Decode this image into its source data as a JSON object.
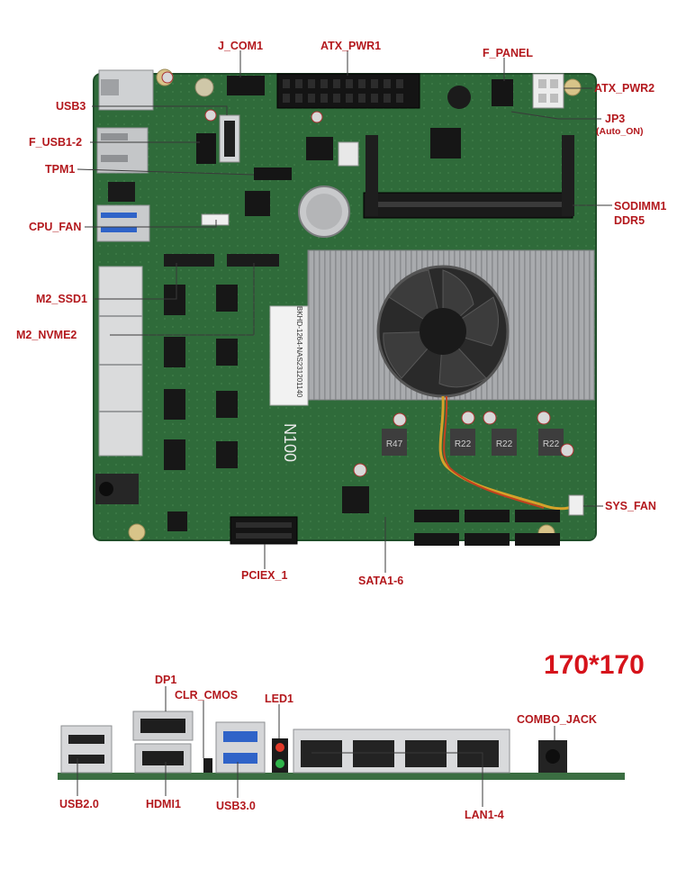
{
  "board": {
    "size_label": "170*170",
    "chip_label": "N100",
    "sticker_text": "BKHD-1264-NAS231201140",
    "inductor_labels": [
      "R47",
      "R22",
      "R22",
      "R22"
    ]
  },
  "labels": {
    "j_com1": "J_COM1",
    "atx_pwr1": "ATX_PWR1",
    "f_panel": "F_PANEL",
    "usb3": "USB3",
    "atx_pwr2": "ATX_PWR2",
    "jp3": "JP3",
    "jp3_note": "(Auto_ON)",
    "f_usb1_2": "F_USB1-2",
    "tpm1": "TPM1",
    "sodimm1": "SODIMM1",
    "ddr5": "DDR5",
    "cpu_fan": "CPU_FAN",
    "m2_ssd1": "M2_SSD1",
    "m2_nvme2": "M2_NVME2",
    "sys_fan": "SYS_FAN",
    "pciex_1": "PCIEX_1",
    "sata1_6": "SATA1-6",
    "dp1": "DP1",
    "clr_cmos": "CLR_CMOS",
    "led1": "LED1",
    "combo_jack": "COMBO_JACK",
    "usb2_0": "USB2.0",
    "hdmi1": "HDMI1",
    "usb3_0": "USB3.0",
    "lan1_4": "LAN1-4"
  },
  "colors": {
    "label": "#b3181d",
    "dimension": "#d6131b",
    "pcb": "#2f6b3a",
    "pcb_dark": "#1f4d29",
    "heatsink": "#a9abae",
    "port_metal": "#c9cbcd",
    "usb3_blue": "#2f63c8",
    "leader": "#3a3a3a"
  }
}
